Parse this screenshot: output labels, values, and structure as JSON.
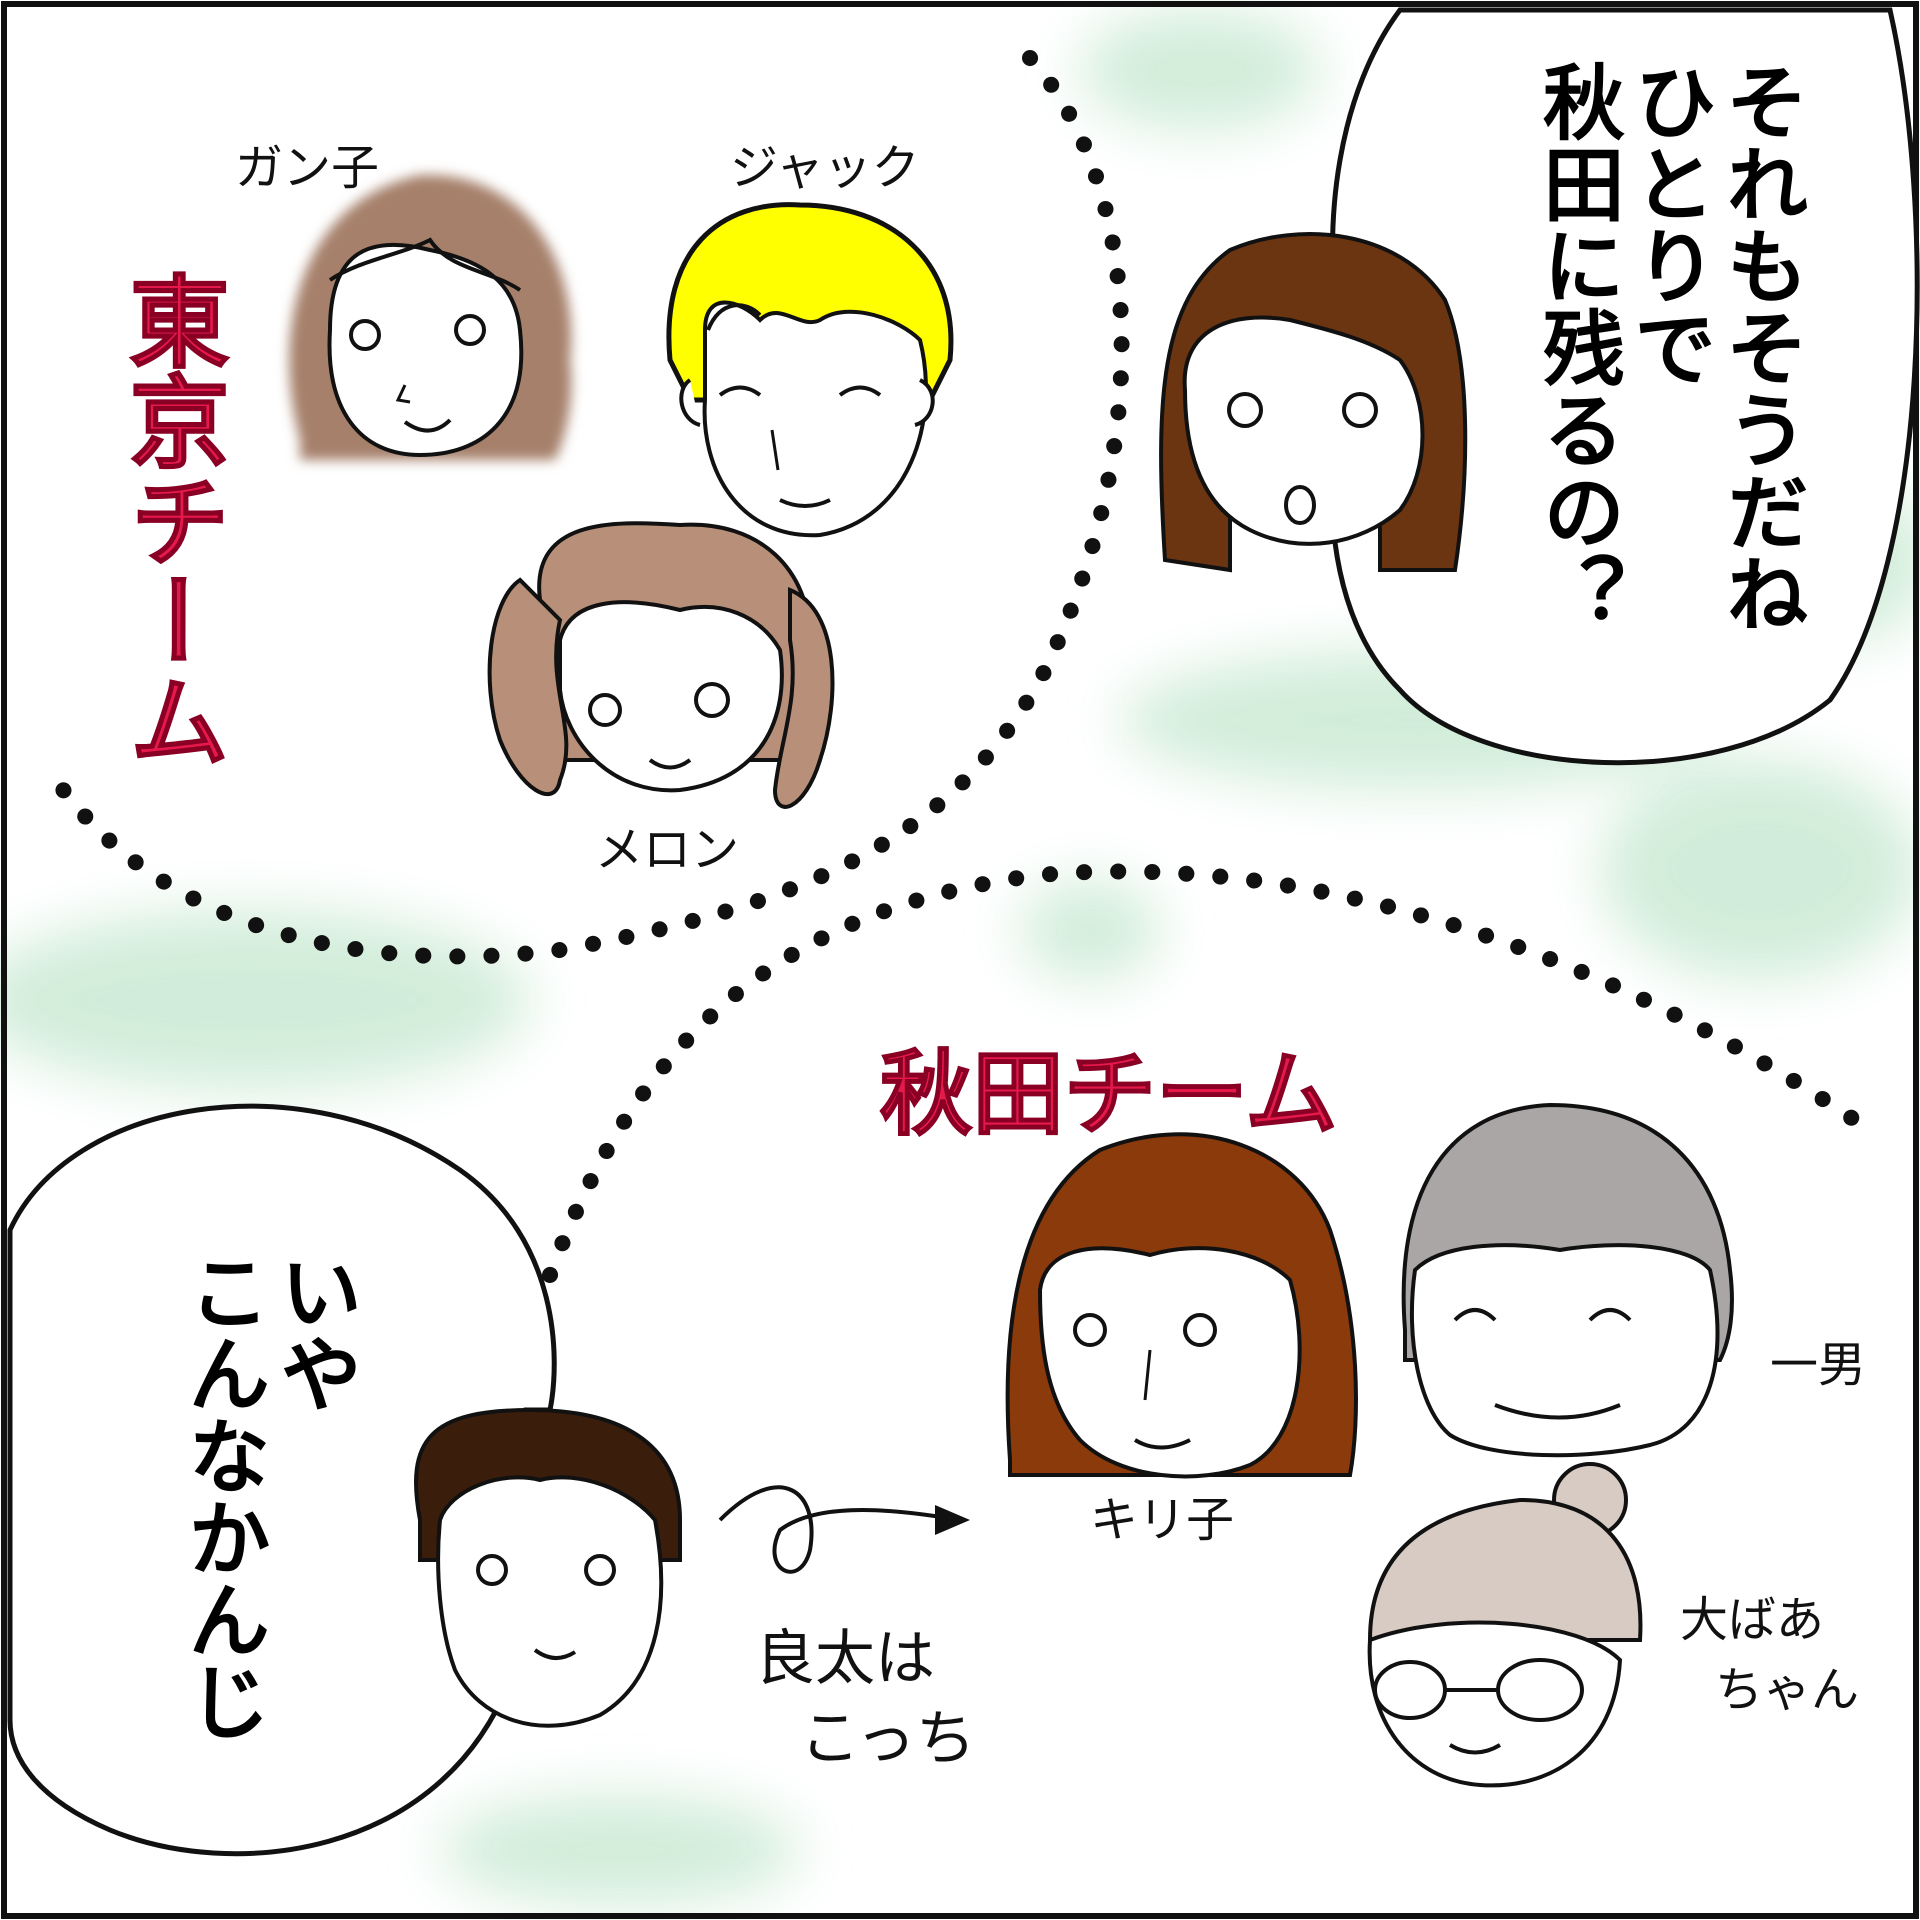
{
  "teams": {
    "tokyo": "東京チーム",
    "akita": "秋田チーム"
  },
  "names": {
    "ganko": "ガン子",
    "jack": "ジャック",
    "melon": "メロン",
    "kiriko": "キリ子",
    "kazuo": "一男",
    "obaachan_line1": "大ばあ",
    "obaachan_line2": "ちゃん",
    "ryota_line1": "良太は",
    "ryota_line2": "こっち"
  },
  "bubbles": {
    "top_right": [
      "それもそうだね",
      "ひとりで",
      "秋田に残るの？"
    ],
    "bottom_left": [
      "いや",
      "こんなかんじ"
    ]
  },
  "colors": {
    "team_label": "#e6194b",
    "background_wash": "#cdebd6",
    "hair_jack": "#ffff00",
    "hair_ganko": "#a6806a",
    "hair_melon": "#b8907a",
    "hair_kiriko": "#8b3a0b",
    "hair_kazuo": "#aaa6a6",
    "hair_obaachan": "#d8cbc3",
    "hair_girl": "#6b3512",
    "hair_boy": "#3a1d0b"
  }
}
